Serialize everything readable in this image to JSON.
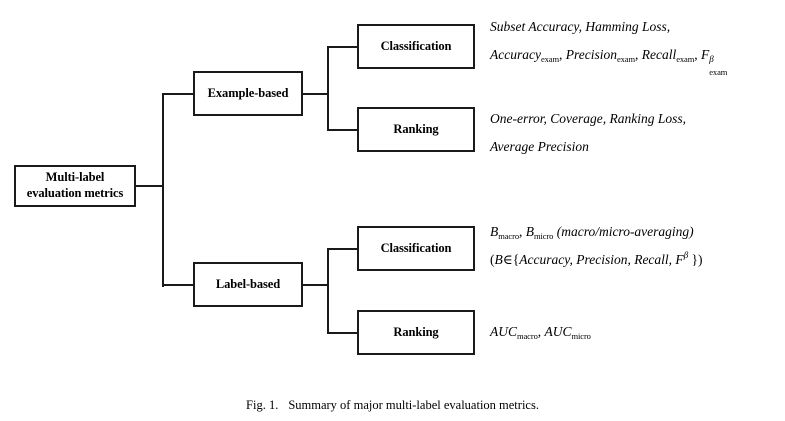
{
  "figure": {
    "caption_label": "Fig. 1.",
    "caption_text": "Summary of major multi-label evaluation metrics.",
    "line_color": "#1a1a1a",
    "background": "#ffffff"
  },
  "tree": {
    "root": {
      "line1": "Multi-label",
      "line2": "evaluation metrics"
    },
    "branches": [
      {
        "label": "Example-based",
        "children": [
          {
            "label": "Classification"
          },
          {
            "label": "Ranking"
          }
        ]
      },
      {
        "label": "Label-based",
        "children": [
          {
            "label": "Classification"
          },
          {
            "label": "Ranking"
          }
        ]
      }
    ]
  },
  "metrics": {
    "example_classification": {
      "line1": "Subset Accuracy, Hamming Loss,",
      "line2_parts": {
        "accuracy": "Accuracy",
        "accuracy_sub": "exam",
        "sep1": ", ",
        "precision": "Precision",
        "precision_sub": "exam",
        "sep2": ", ",
        "recall": "Recall",
        "recall_sub": "exam",
        "sep3": ", ",
        "f": "F",
        "f_sup": "β",
        "f_sub": "exam"
      }
    },
    "example_ranking": {
      "line1": "One-error, Coverage, Ranking Loss,",
      "line2": "Average Precision"
    },
    "label_classification": {
      "line1_parts": {
        "b1": "B",
        "b1_sub": "macro",
        "sep1": ", ",
        "b2": "B",
        "b2_sub": "micro",
        "note": " (macro/micro-averaging)"
      },
      "line2_parts": {
        "open": "(",
        "b": "B",
        "member": "∈",
        "brace_open": "{",
        "set": "Accuracy, Precision, Recall, F",
        "f_sup": "β",
        "brace_close": " })"
      }
    },
    "label_ranking": {
      "line1_parts": {
        "auc1": "AUC",
        "auc1_sub": "macro",
        "sep": ", ",
        "auc2": "AUC",
        "auc2_sub": "micro"
      }
    }
  }
}
